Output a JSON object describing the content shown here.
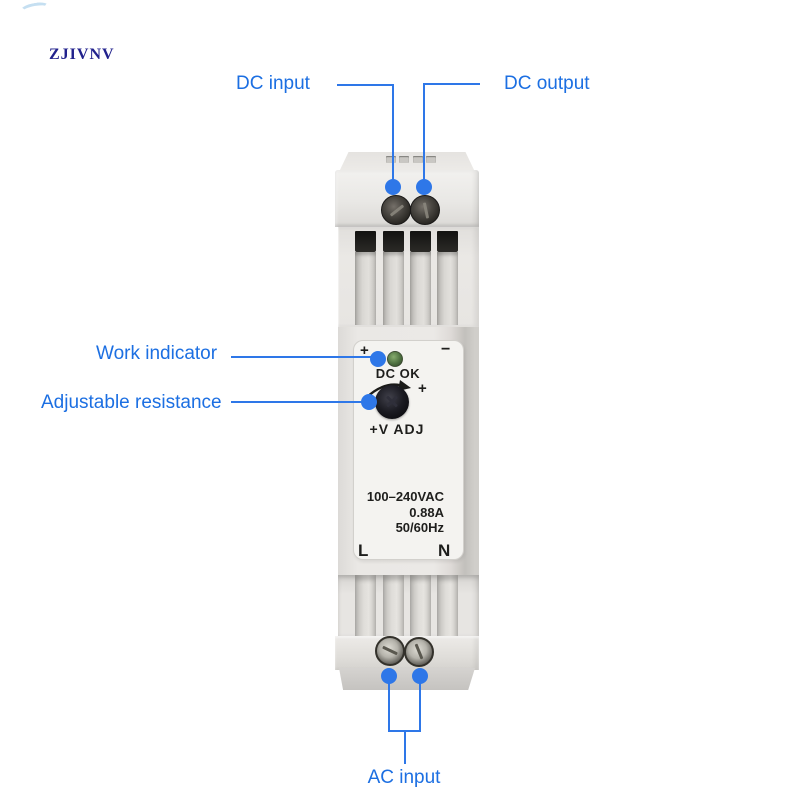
{
  "watermark": {
    "text": "ZJIVNV"
  },
  "colors": {
    "annotation_blue": "#1c6fe2",
    "watermark_navy": "#22228d",
    "device_body_gray": "#eae8e5",
    "panel_white": "#f4f3f0",
    "led_green": "#4e7040",
    "print_black": "#1e1e1c"
  },
  "annotations": {
    "dc_input": {
      "label": "DC input"
    },
    "dc_output": {
      "label": "DC output"
    },
    "work_indicator": {
      "label": "Work indicator"
    },
    "adjustable_resistance": {
      "label": "Adjustable resistance"
    },
    "ac_input": {
      "label": "AC input"
    }
  },
  "device": {
    "front_panel": {
      "polarity_plus": "+",
      "polarity_minus": "−",
      "led_label": "DC OK",
      "adjust_plus": "+",
      "adjust_label": "+V ADJ",
      "ratings": [
        "100–240VAC",
        "0.88A",
        "50/60Hz"
      ],
      "line_terminal": "L",
      "neutral_terminal": "N"
    }
  }
}
